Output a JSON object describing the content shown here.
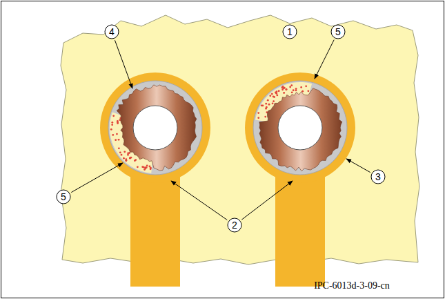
{
  "diagram": {
    "labels": [
      "1",
      "4",
      "5",
      "5",
      "3",
      "2",
      "IPC-6013d-3-09-cn"
    ]
  }
}
